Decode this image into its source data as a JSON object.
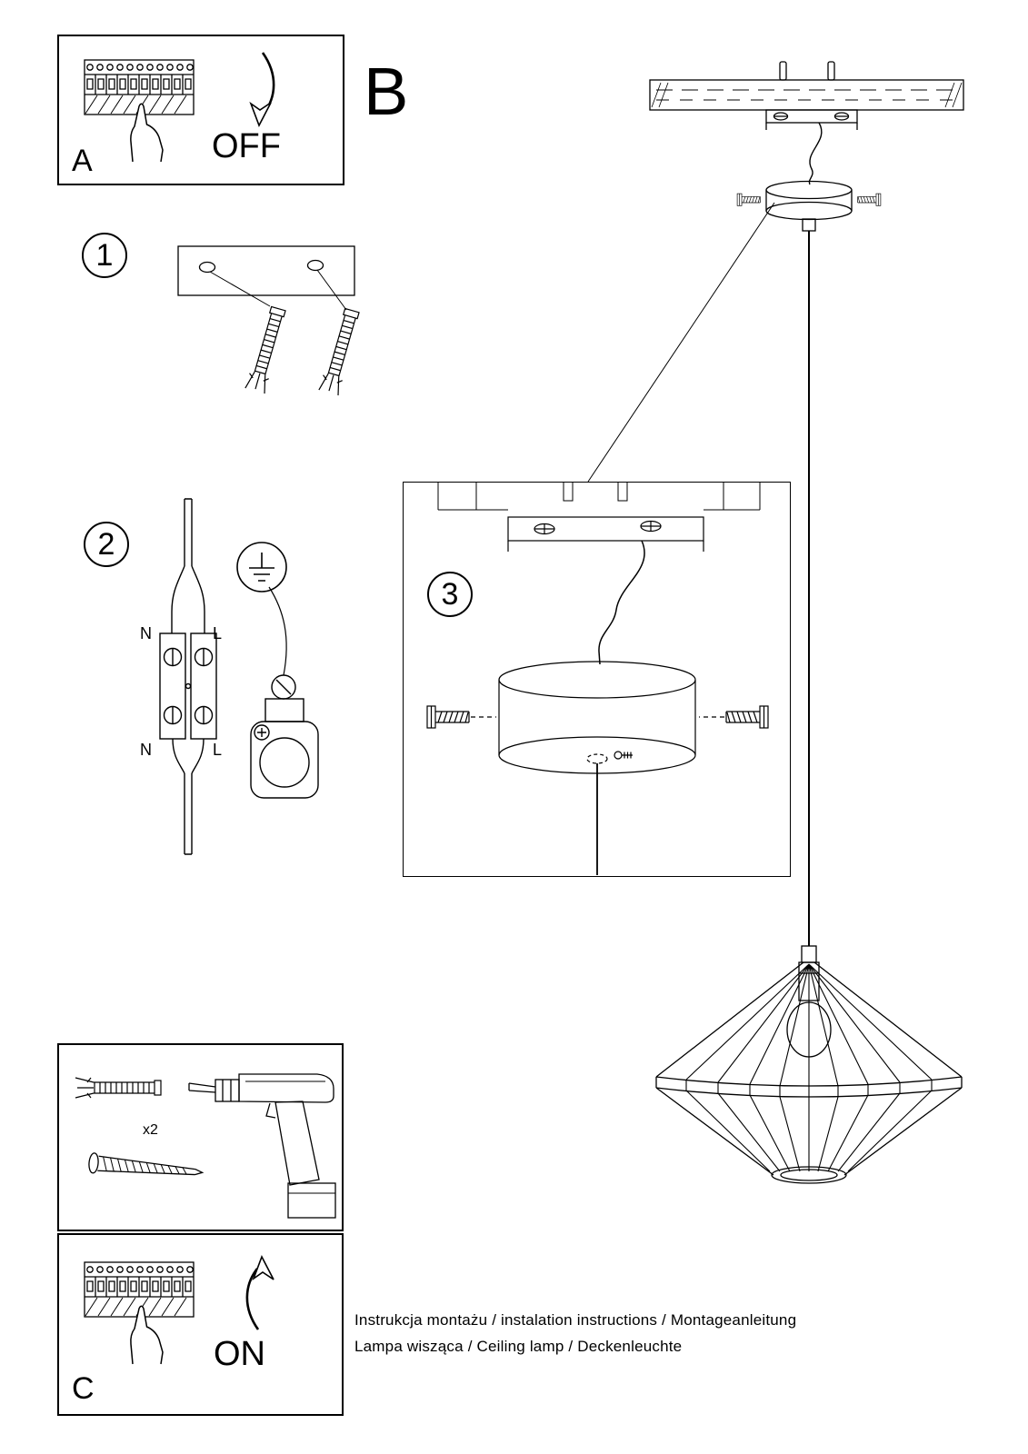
{
  "colors": {
    "ink": "#000000",
    "paper": "#ffffff"
  },
  "panels": {
    "a": {
      "label": "A",
      "action": "OFF"
    },
    "b": {
      "label": "B"
    },
    "c": {
      "label": "C",
      "action": "ON"
    }
  },
  "steps": {
    "one": "1",
    "two": "2",
    "three": "3"
  },
  "wiring": {
    "n_top": "N",
    "l_top": "L",
    "n_bottom": "N",
    "l_bottom": "L"
  },
  "hardware": {
    "anchor_count": "x2"
  },
  "footer": {
    "line1": "Instrukcja montażu / instalation instructions / Montageanleitung",
    "line2": "Lampa wisząca / Ceiling lamp  / Deckenleuchte"
  }
}
